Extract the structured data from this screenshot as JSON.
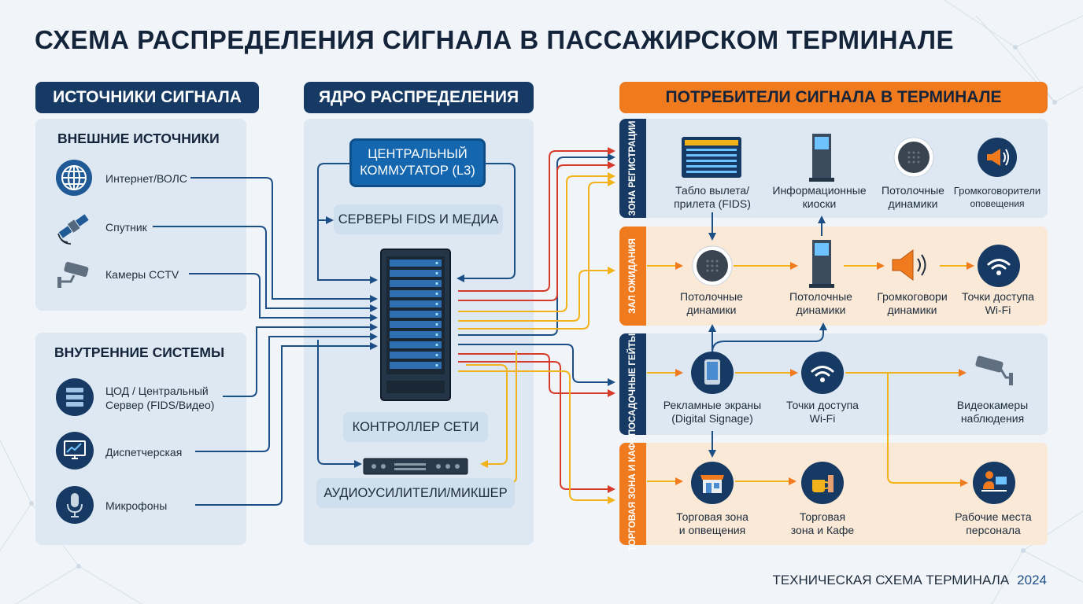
{
  "title": "СХЕМА РАСПРЕДЕЛЕНИЯ СИГНАЛА В ПАССАЖИРСКОМ ТЕРМИНАЛЕ",
  "colors": {
    "navy": "#163a63",
    "orange": "#f07a1e",
    "red_line": "#d63a2a",
    "yellow_line": "#f2b21a",
    "blue_line": "#1d4f87",
    "panel": "#dde8f3",
    "cream": "#fae9d7"
  },
  "sources": {
    "header": "ИСТОЧНИКИ СИГНАЛА",
    "external": {
      "title": "ВНЕШНИЕ ИСТОЧНИКИ",
      "items": [
        {
          "label": "Интернет/ВОЛС",
          "icon": "globe-icon"
        },
        {
          "label": "Спутник",
          "icon": "satellite-icon"
        },
        {
          "label": "Камеры CCTV",
          "icon": "cctv-camera-icon"
        }
      ]
    },
    "internal": {
      "title": "ВНУТРЕННИЕ СИСТЕМЫ",
      "items": [
        {
          "label_1": "ЦОД / Центральный",
          "label_2": "Сервер (FIDS/Видео)",
          "icon": "server-rack-icon"
        },
        {
          "label": "Диспетчерская",
          "icon": "monitor-chart-icon"
        },
        {
          "label": "Микрофоны",
          "icon": "microphone-icon"
        }
      ]
    }
  },
  "core": {
    "header": "ЯДРО РАСПРЕДЕЛЕНИЯ",
    "switch_1": "ЦЕНТРАЛЬНЫЙ",
    "switch_2": "КОММУТАТОР (L3)",
    "servers": "СЕРВЕРЫ FIDS И МЕДИА",
    "controller": "КОНТРОЛЛЕР СЕТИ",
    "amplifiers": "АУДИОУСИЛИТЕЛИ/МИКШЕР"
  },
  "consumers": {
    "header": "ПОТРЕБИТЕЛИ СИГНАЛА В ТЕРМИНАЛЕ",
    "zones": [
      {
        "name": "ЗОНА РЕГИСТРАЦИИ",
        "nodes": [
          {
            "l1": "Табло вылета/",
            "l2": "прилета (FIDS)",
            "icon": "fids-board-icon"
          },
          {
            "l1": "Информационные",
            "l2": "киоски",
            "icon": "kiosk-icon"
          },
          {
            "l1": "Потолочные",
            "l2": "динамики",
            "icon": "ceiling-speaker-icon"
          },
          {
            "l1": "Громкоговорители",
            "l2": "оповещения",
            "icon": "megaphone-icon"
          }
        ]
      },
      {
        "name": "ЗАЛ ОЖИДАНИЯ",
        "nodes": [
          {
            "l1": "Потолочные",
            "l2": "динамики",
            "icon": "ceiling-speaker-icon"
          },
          {
            "l1": "Потолочные",
            "l2": "динамики",
            "icon": "kiosk-icon"
          },
          {
            "l1": "Громкоговори",
            "l2": "динамики",
            "icon": "loudspeaker-icon"
          },
          {
            "l1": "Точки доступа",
            "l2": "Wi-Fi",
            "icon": "wifi-icon"
          }
        ]
      },
      {
        "name": "ПОСАДОЧНЫЕ ГЕЙТЫ",
        "nodes": [
          {
            "l1": "Рекламные экраны",
            "l2": "(Digital Signage)",
            "icon": "tablet-screen-icon"
          },
          {
            "l1": "Точки доступа",
            "l2": "Wi-Fi",
            "icon": "wifi-icon"
          },
          {
            "l1": "Видеокамеры",
            "l2": "наблюдения",
            "icon": "cctv-camera-icon"
          }
        ]
      },
      {
        "name": "ТОРГОВАЯ ЗОНА И КАФЕ",
        "nodes": [
          {
            "l1": "Торговая зона",
            "l2": "и опвещения",
            "icon": "shop-icon"
          },
          {
            "l1": "Торговая",
            "l2": "зона и Кафе",
            "icon": "cafe-icon"
          },
          {
            "l1": "Рабочие места",
            "l2": "персонала",
            "icon": "workstation-icon"
          }
        ]
      }
    ]
  },
  "footer": {
    "text": "ТЕХНИЧЕСКАЯ СХЕМА ТЕРМИНАЛА",
    "year": "2024"
  }
}
